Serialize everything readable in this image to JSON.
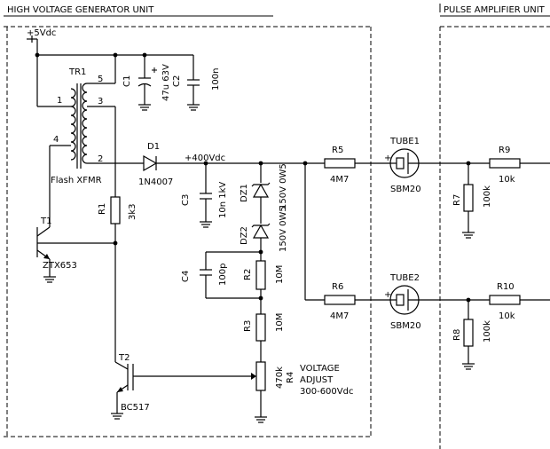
{
  "units": {
    "hv_title": "HIGH VOLTAGE GENERATOR UNIT",
    "pulse_title": "PULSE AMPLIFIER UNIT"
  },
  "supply": {
    "label": "+5Vdc"
  },
  "transformer": {
    "ref": "TR1",
    "pins": [
      "1",
      "4",
      "5",
      "3",
      "2"
    ],
    "name": "Flash XFMR"
  },
  "caps": {
    "c1": {
      "ref": "C1"
    },
    "c2": {
      "ref": "C2",
      "value": "47u 63V"
    },
    "c2b": {
      "value": "100n"
    },
    "c3": {
      "ref": "C3",
      "value": "10n 1kV"
    },
    "c4": {
      "ref": "C4",
      "value": "100p"
    }
  },
  "diode": {
    "ref": "D1",
    "part": "1N4007"
  },
  "hv_label": "+400Vdc",
  "zeners": {
    "dz1": {
      "ref": "DZ1",
      "value": "150V 0W5"
    },
    "dz2": {
      "ref": "DZ2",
      "value": "150V 0W5"
    }
  },
  "resistors": {
    "r1": {
      "ref": "R1",
      "value": "3k3"
    },
    "r2": {
      "ref": "R2",
      "value": "10M"
    },
    "r3": {
      "ref": "R3",
      "value": "10M"
    },
    "r4": {
      "ref": "R4",
      "value": "470k"
    },
    "r5": {
      "ref": "R5",
      "value": "4M7"
    },
    "r6": {
      "ref": "R6",
      "value": "4M7"
    },
    "r7": {
      "ref": "R7",
      "value": "100k"
    },
    "r8": {
      "ref": "R8",
      "value": "100k"
    },
    "r9": {
      "ref": "R9",
      "value": "10k"
    },
    "r10": {
      "ref": "R10",
      "value": "10k"
    }
  },
  "transistors": {
    "t1": {
      "ref": "T1",
      "part": "ZTX653"
    },
    "t2": {
      "ref": "T2",
      "part": "BC517"
    }
  },
  "adjust": {
    "line1": "VOLTAGE",
    "line2": "ADJUST",
    "line3": "300-600Vdc"
  },
  "tubes": {
    "tube1": {
      "ref": "TUBE1",
      "part": "SBM20"
    },
    "tube2": {
      "ref": "TUBE2",
      "part": "SBM20"
    },
    "plus": "+"
  }
}
